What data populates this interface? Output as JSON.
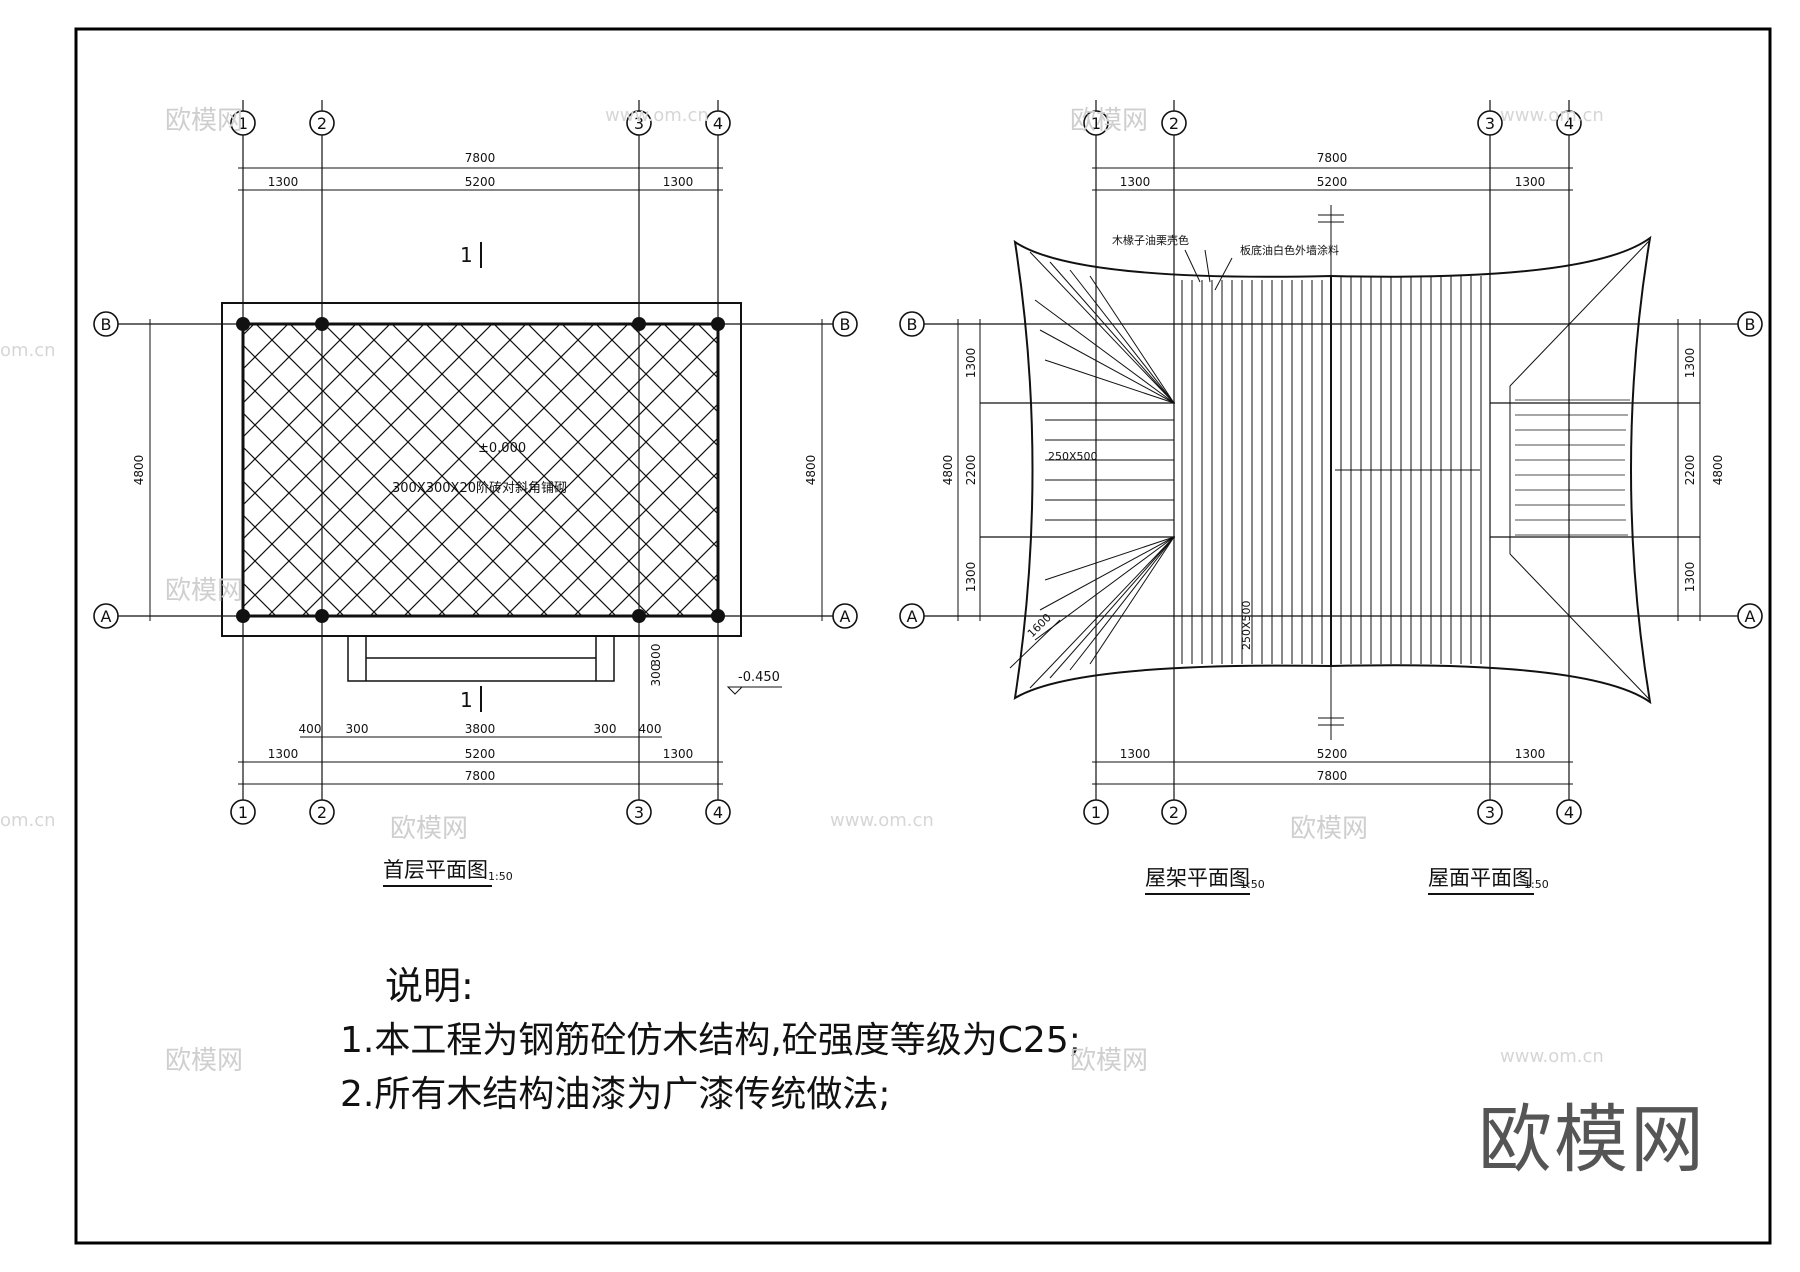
{
  "plans": {
    "ground": {
      "title": "首层平面图",
      "scale": "1:50"
    },
    "frame": {
      "title": "屋架平面图",
      "scale": "1:50"
    },
    "roof": {
      "title": "屋面平面图",
      "scale": "1:50"
    }
  },
  "axes": {
    "numeric": [
      "1",
      "2",
      "3",
      "4"
    ],
    "alpha": [
      "A",
      "B"
    ]
  },
  "dimensions": {
    "overall": "7800",
    "bay_side": "1300",
    "bay_mid": "5200",
    "depth": "4800",
    "depth_side": "1300",
    "depth_mid": "2200",
    "steps": [
      "400",
      "300",
      "3800",
      "300",
      "400"
    ],
    "step_rise": "300",
    "step_tread": "300"
  },
  "annotations": {
    "floor_level": "±0.000",
    "floor_finish": "300X300X20阶砖对斜角铺砌",
    "ground_level": "-0.450",
    "section_mark": "1",
    "rafter_note": "木椽子油栗壳色",
    "board_note": "板底油白色外墙涂料",
    "beam_tag": "250X500",
    "hip_len": "1600"
  },
  "notes": {
    "title": "说明:",
    "lines": [
      "1.本工程为钢筋砼仿木结构,砼强度等级为C25;",
      "2.所有木结构油漆为广漆传统做法;"
    ]
  },
  "watermarks": {
    "brand": "欧模网",
    "site": "www.om.cn",
    "edge": "om.cn"
  }
}
